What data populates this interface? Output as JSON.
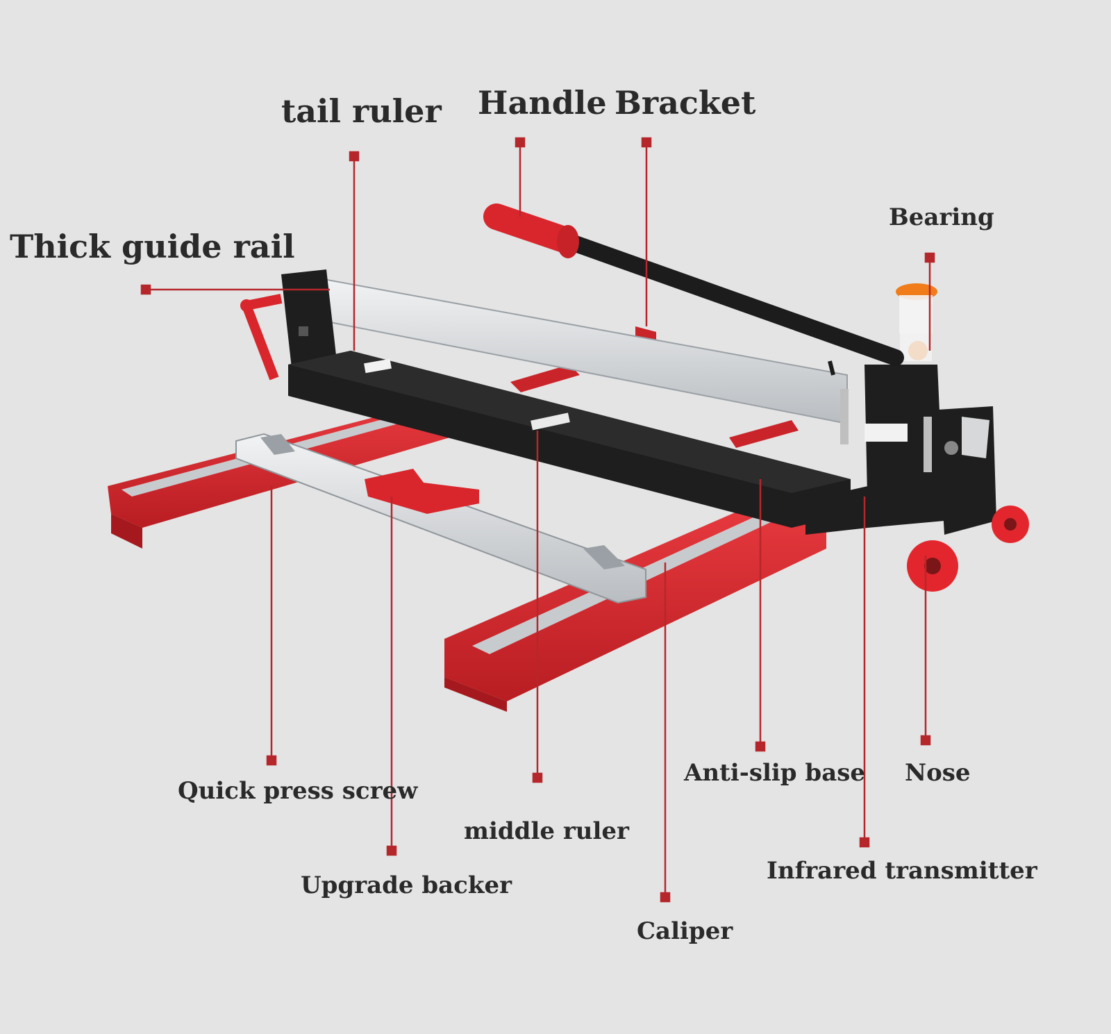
{
  "labels": {
    "tail_ruler": "tail ruler",
    "handle": "Handle",
    "bracket": "Bracket",
    "thick_guide_rail": "Thick guide rail",
    "bearing": "Bearing",
    "quick_press_screw": "Quick press screw",
    "upgrade_backer": "Upgrade backer",
    "middle_ruler": "middle ruler",
    "caliper": "Caliper",
    "anti_slip_base": "Anti-slip base",
    "nose": "Nose",
    "infrared_transmitter": "Infrared transmitter"
  },
  "colors": {
    "background": "#e4e4e4",
    "frame_red": "#d8262c",
    "frame_black": "#1e1e1e",
    "rail_silver": "#d9dcdf",
    "leader": "#b5272b",
    "label_text": "#2a2a2a",
    "bearing_orange": "#f07c1a"
  }
}
